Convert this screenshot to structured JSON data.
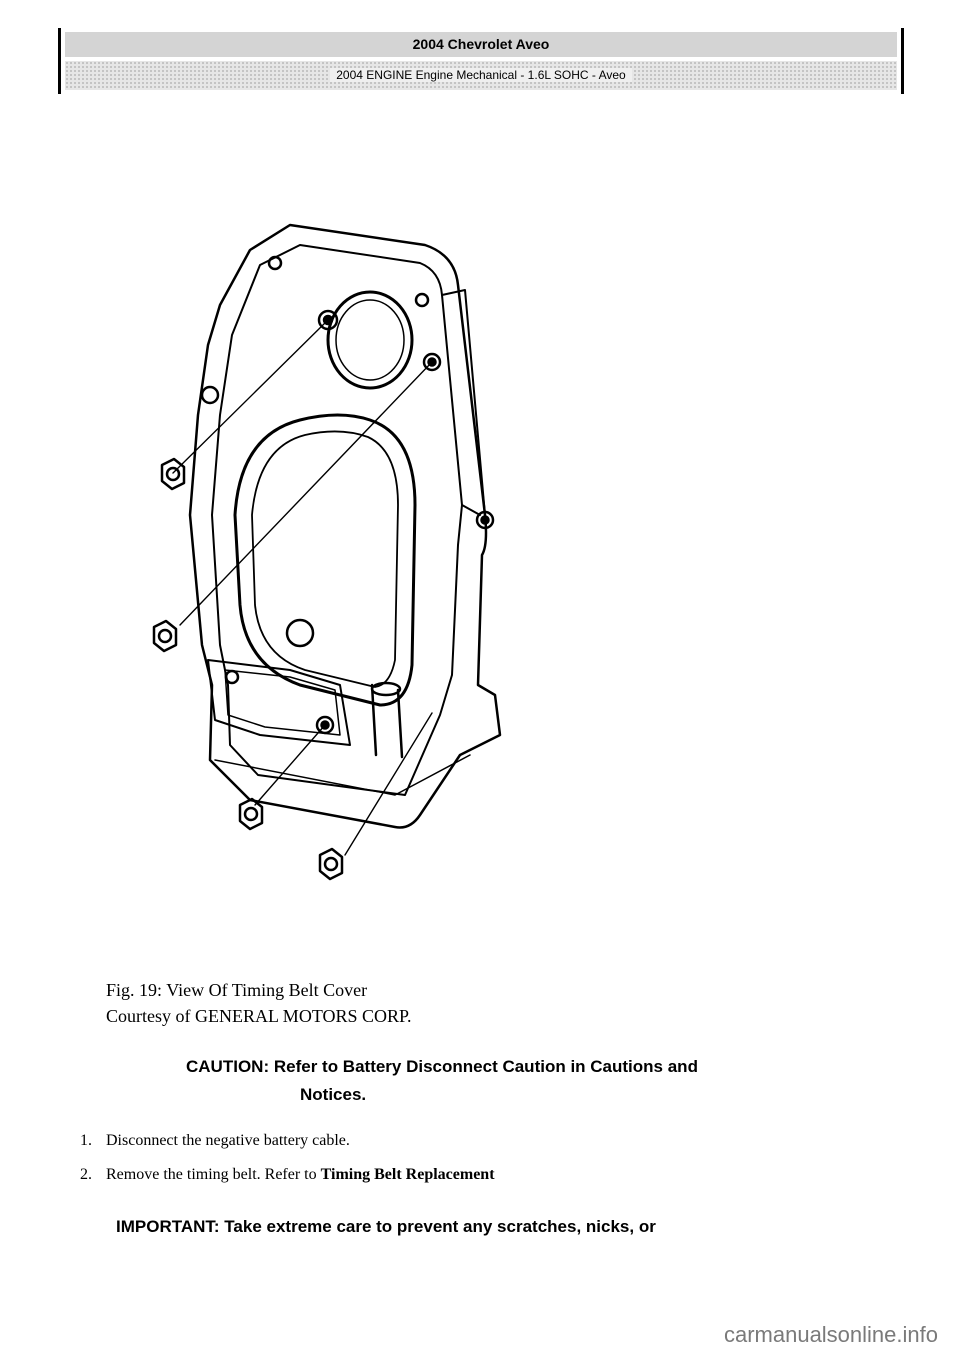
{
  "header": {
    "title": "2004 Chevrolet Aveo",
    "subtitle": "2004 ENGINE Engine Mechanical - 1.6L SOHC - Aveo"
  },
  "figure": {
    "caption": "Fig. 19: View Of Timing Belt Cover",
    "credit": "Courtesy of GENERAL MOTORS CORP."
  },
  "caution": {
    "label": "CAUTION:",
    "text": "Refer to Battery Disconnect Caution in Cautions and",
    "text_cont": "Notices."
  },
  "steps": [
    {
      "num": "1.",
      "text": "Disconnect the negative battery cable.",
      "link": ""
    },
    {
      "num": "2.",
      "text": "Remove the timing belt. Refer to ",
      "link": "Timing Belt Replacement"
    }
  ],
  "important": {
    "label": "IMPORTANT:",
    "text": "Take extreme care to prevent any scratches, nicks, or"
  },
  "watermark": "carmanualsonline.info"
}
